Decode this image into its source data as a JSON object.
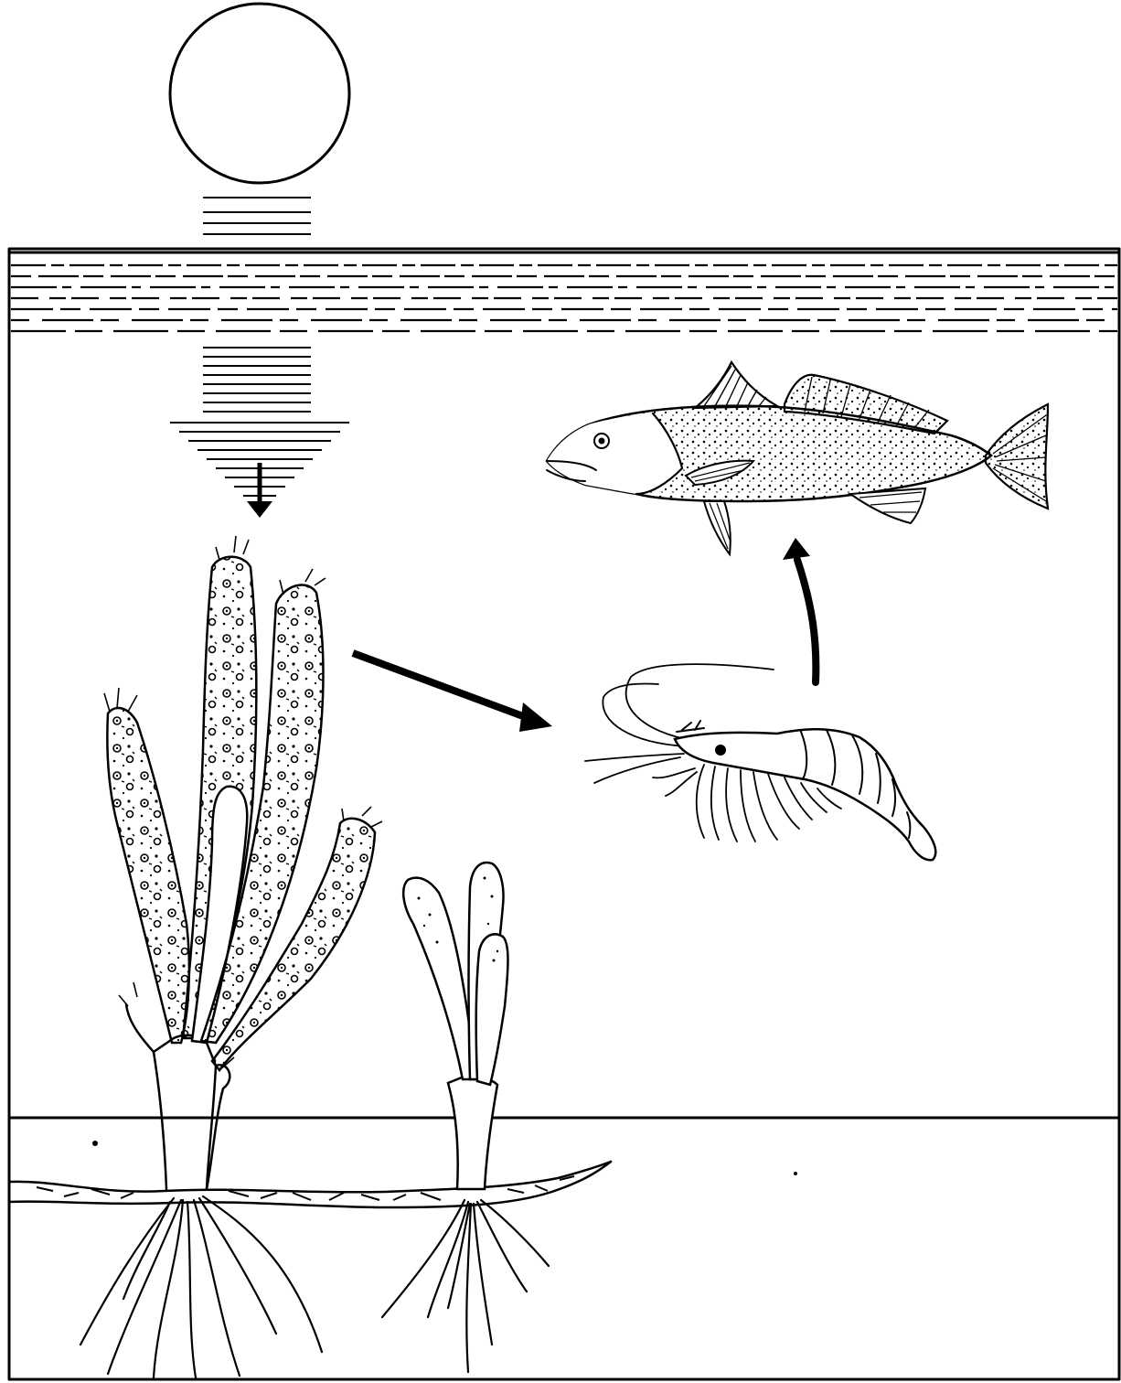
{
  "diagram": {
    "type": "aquatic food chain illustration",
    "labels": [],
    "elements": [
      {
        "name": "sun-icon"
      },
      {
        "name": "water-surface"
      },
      {
        "name": "sunlight-rays"
      },
      {
        "name": "seagrass-plant-large"
      },
      {
        "name": "seagrass-plant-small"
      },
      {
        "name": "rhizome"
      },
      {
        "name": "shrimp"
      },
      {
        "name": "fish"
      },
      {
        "name": "sediment-line"
      }
    ],
    "arrows": [
      {
        "from": "sunlight-rays",
        "to": "seagrass-plant-large"
      },
      {
        "from": "seagrass-plant-large",
        "to": "shrimp"
      },
      {
        "from": "shrimp",
        "to": "fish"
      }
    ]
  }
}
